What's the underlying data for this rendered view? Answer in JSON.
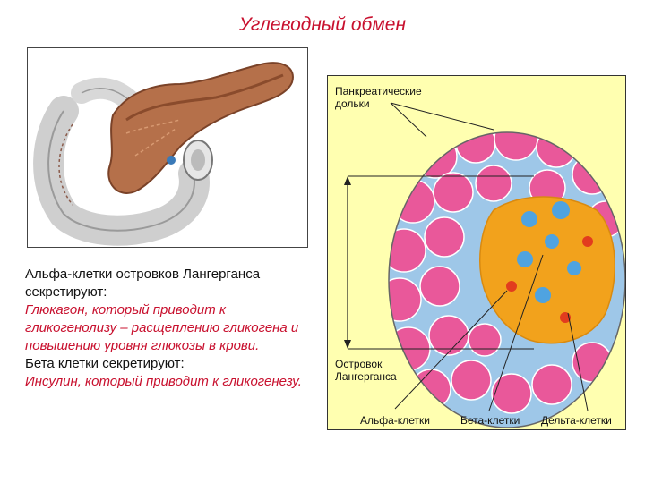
{
  "title": "Углеводный обмен",
  "left_text": {
    "alpha_heading": "Альфа-клетки островков Лангерганса секретируют:",
    "alpha_desc": "Глюкагон, который приводит к гликогенолизу – расщеплению гликогена и повышению уровня глюкозы в крови.",
    "beta_heading": "Бета клетки секретируют:",
    "beta_desc": "Инсулин, который приводит к гликогенезу."
  },
  "histology": {
    "label_lobules": "Панкреатические дольки",
    "label_islet": "Островок Лангерганса",
    "label_alpha": "Альфа-клетки",
    "label_beta": "Бета-клетки",
    "label_delta": "Дельта-клетки"
  },
  "colors": {
    "title": "#c8102e",
    "highlight_text": "#c8102e",
    "panel_bg": "#ffffb0",
    "acinar_pink": "#e9589a",
    "islet_orange": "#f2a21c",
    "beta_blue": "#4fa3e0"
  }
}
